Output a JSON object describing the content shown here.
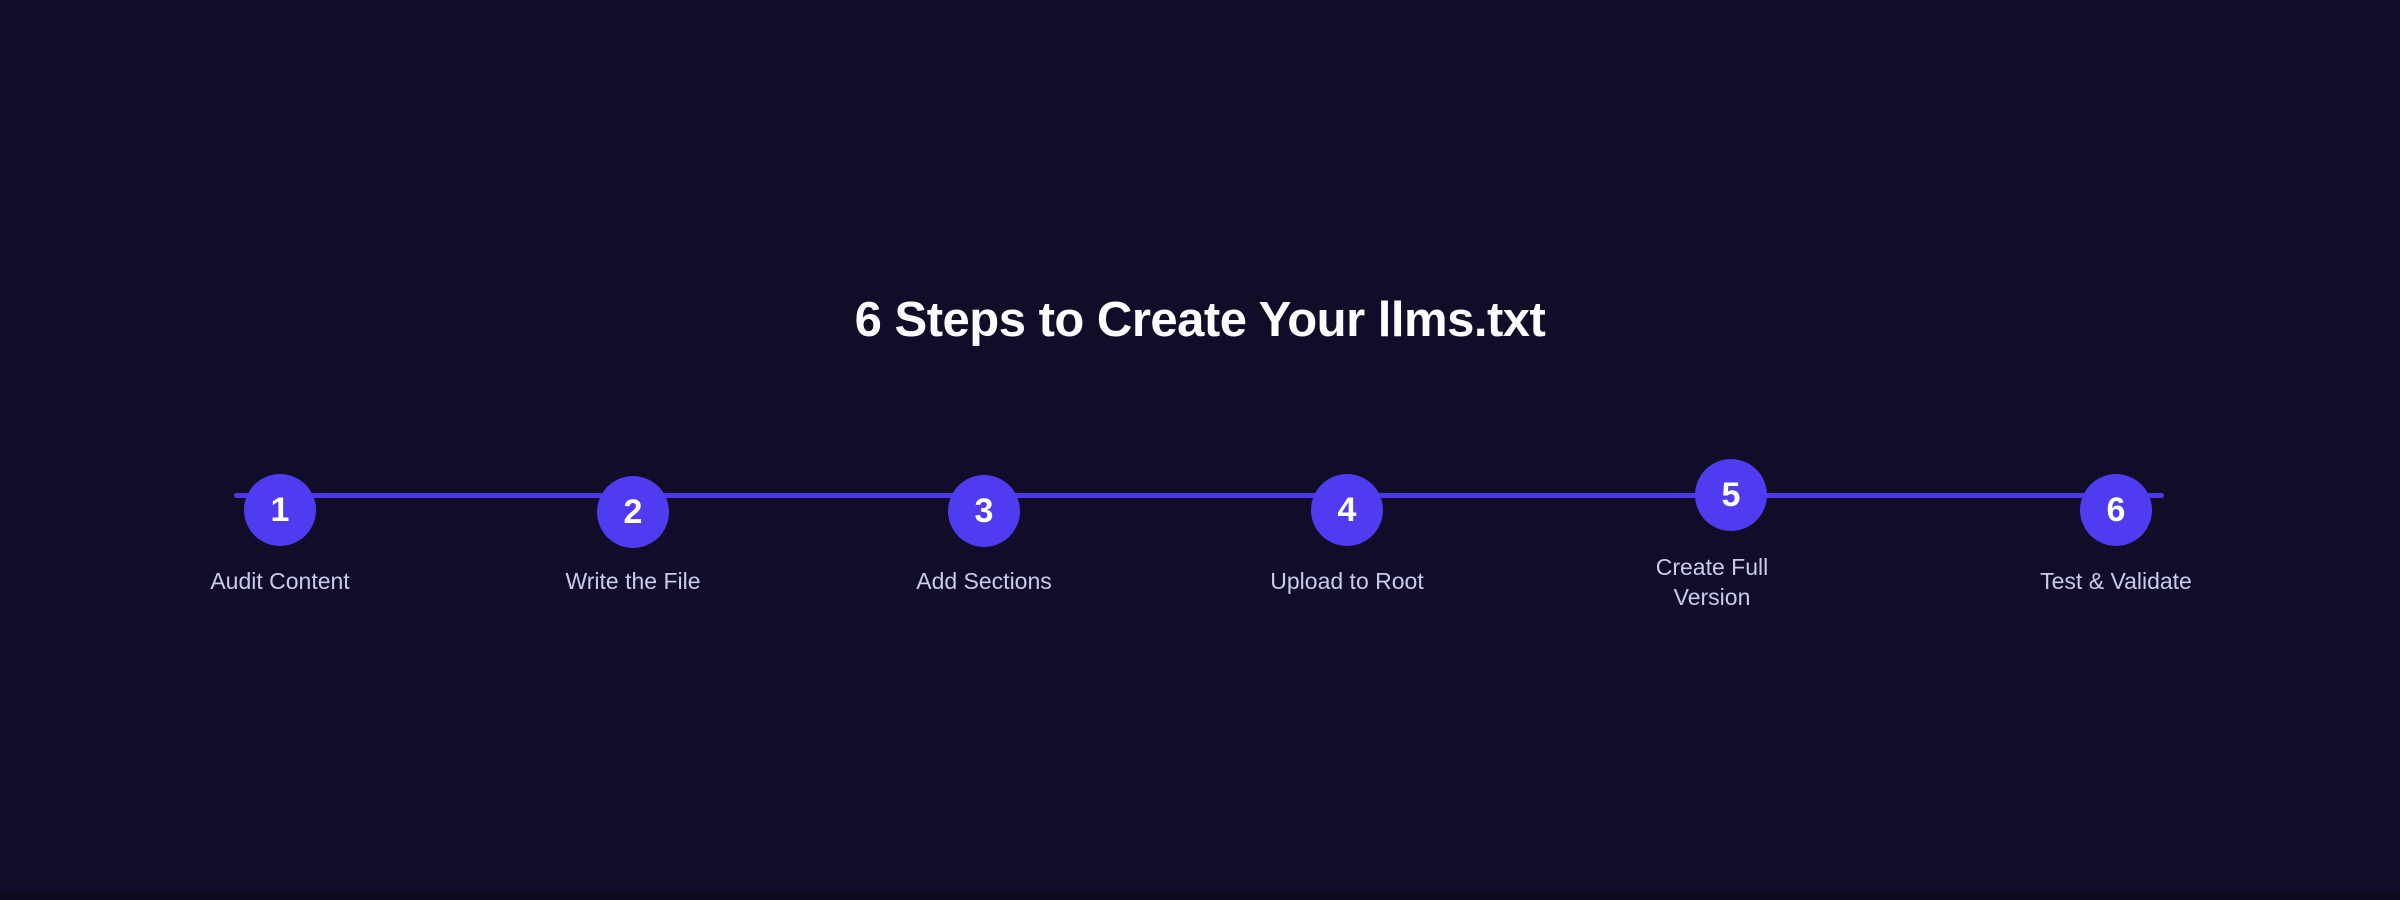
{
  "title": {
    "text": "6 Steps to Create Your llms.txt"
  },
  "colors": {
    "background": "#110d28",
    "bottom_strip": "#0c0a1d",
    "line": "#4c38e8",
    "circle": "#4f3cf0",
    "number": "#ffffff",
    "label": "#c9cbee",
    "title": "#fcfcfe"
  },
  "timeline": {
    "steps": [
      {
        "number": "1",
        "label": "Audit Content"
      },
      {
        "number": "2",
        "label": "Write the File"
      },
      {
        "number": "3",
        "label": "Add Sections"
      },
      {
        "number": "4",
        "label": "Upload to Root"
      },
      {
        "number": "5",
        "label": "Create Full Version"
      },
      {
        "number": "6",
        "label": "Test & Validate"
      }
    ]
  }
}
